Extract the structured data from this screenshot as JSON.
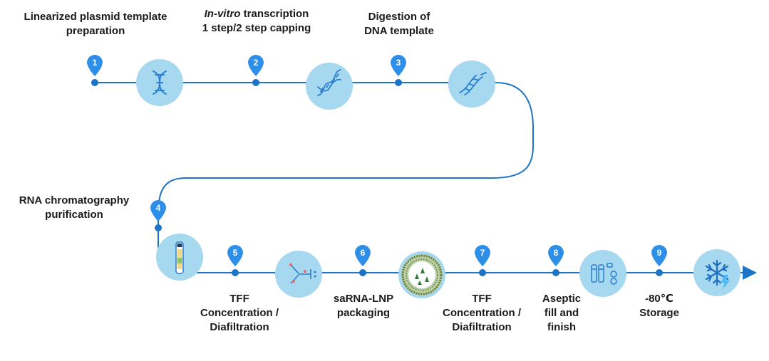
{
  "steps": [
    {
      "number": "1",
      "lines": [
        "Linearized plasmid template",
        "preparation"
      ]
    },
    {
      "number": "2",
      "lines_italic_prefix": "In-vitro",
      "lines": [
        " transcription",
        "1 step/2 step capping"
      ]
    },
    {
      "number": "3",
      "lines": [
        "Digestion of",
        "DNA template"
      ]
    },
    {
      "number": "4",
      "lines": [
        "RNA chromatography",
        "purification"
      ]
    },
    {
      "number": "5",
      "lines": [
        "TFF",
        "Concentration /",
        "Diafiltration"
      ]
    },
    {
      "number": "6",
      "lines": [
        "saRNA-LNP",
        "packaging"
      ]
    },
    {
      "number": "7",
      "lines": [
        "TFF",
        "Concentration /",
        "Diafiltration"
      ]
    },
    {
      "number": "8",
      "lines": [
        "Aseptic",
        "fill and",
        "finish"
      ]
    },
    {
      "number": "9",
      "lines": [
        "-80℃",
        "Storage"
      ]
    }
  ],
  "icons": [
    {
      "name": "dna-helix-icon"
    },
    {
      "name": "dna-strand-icon"
    },
    {
      "name": "dna-fragment-icon"
    },
    {
      "name": "chromatography-column-icon"
    },
    {
      "name": "tff-filter-icon"
    },
    {
      "name": "lnp-particle-icon"
    },
    {
      "name": "tff-filter-icon"
    },
    {
      "name": "vials-icon"
    },
    {
      "name": "snowflake-icon"
    }
  ],
  "colors": {
    "line": "#1d73c4",
    "pin": "#2e8fe8",
    "icon_circle": "#9fd6ef",
    "icon_stroke": "#2b7fd0"
  }
}
